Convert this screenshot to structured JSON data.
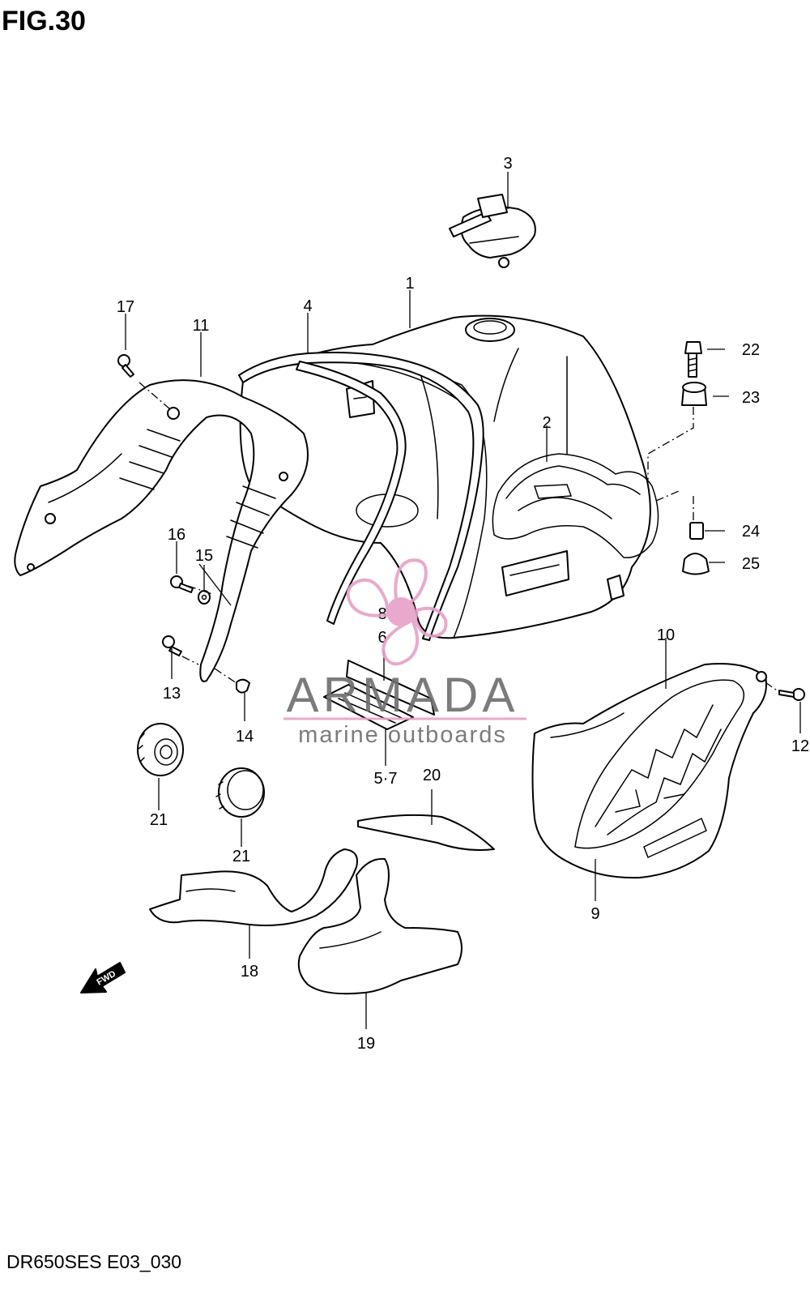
{
  "figure": {
    "title": "FIG.30",
    "footer_code": "DR650SES E03_030",
    "direction_label": "FWD"
  },
  "callouts": {
    "p1": "1",
    "p2": "2",
    "p3": "3",
    "p4": "4",
    "p5_7": "5·7",
    "p6": "6",
    "p8": "8",
    "p9": "9",
    "p10": "10",
    "p11": "11",
    "p12": "12",
    "p13": "13",
    "p14": "14",
    "p15": "15",
    "p16": "16",
    "p17": "17",
    "p18": "18",
    "p19": "19",
    "p20": "20",
    "p21a": "21",
    "p21b": "21",
    "p22": "22",
    "p23": "23",
    "p24": "24",
    "p25": "25"
  },
  "watermark": {
    "brand": "ARMADA",
    "tagline": "marine outboards",
    "logo_icon": "propeller-icon",
    "logo_color": "#e7a0c7",
    "text_color": "#6d6d6d"
  }
}
